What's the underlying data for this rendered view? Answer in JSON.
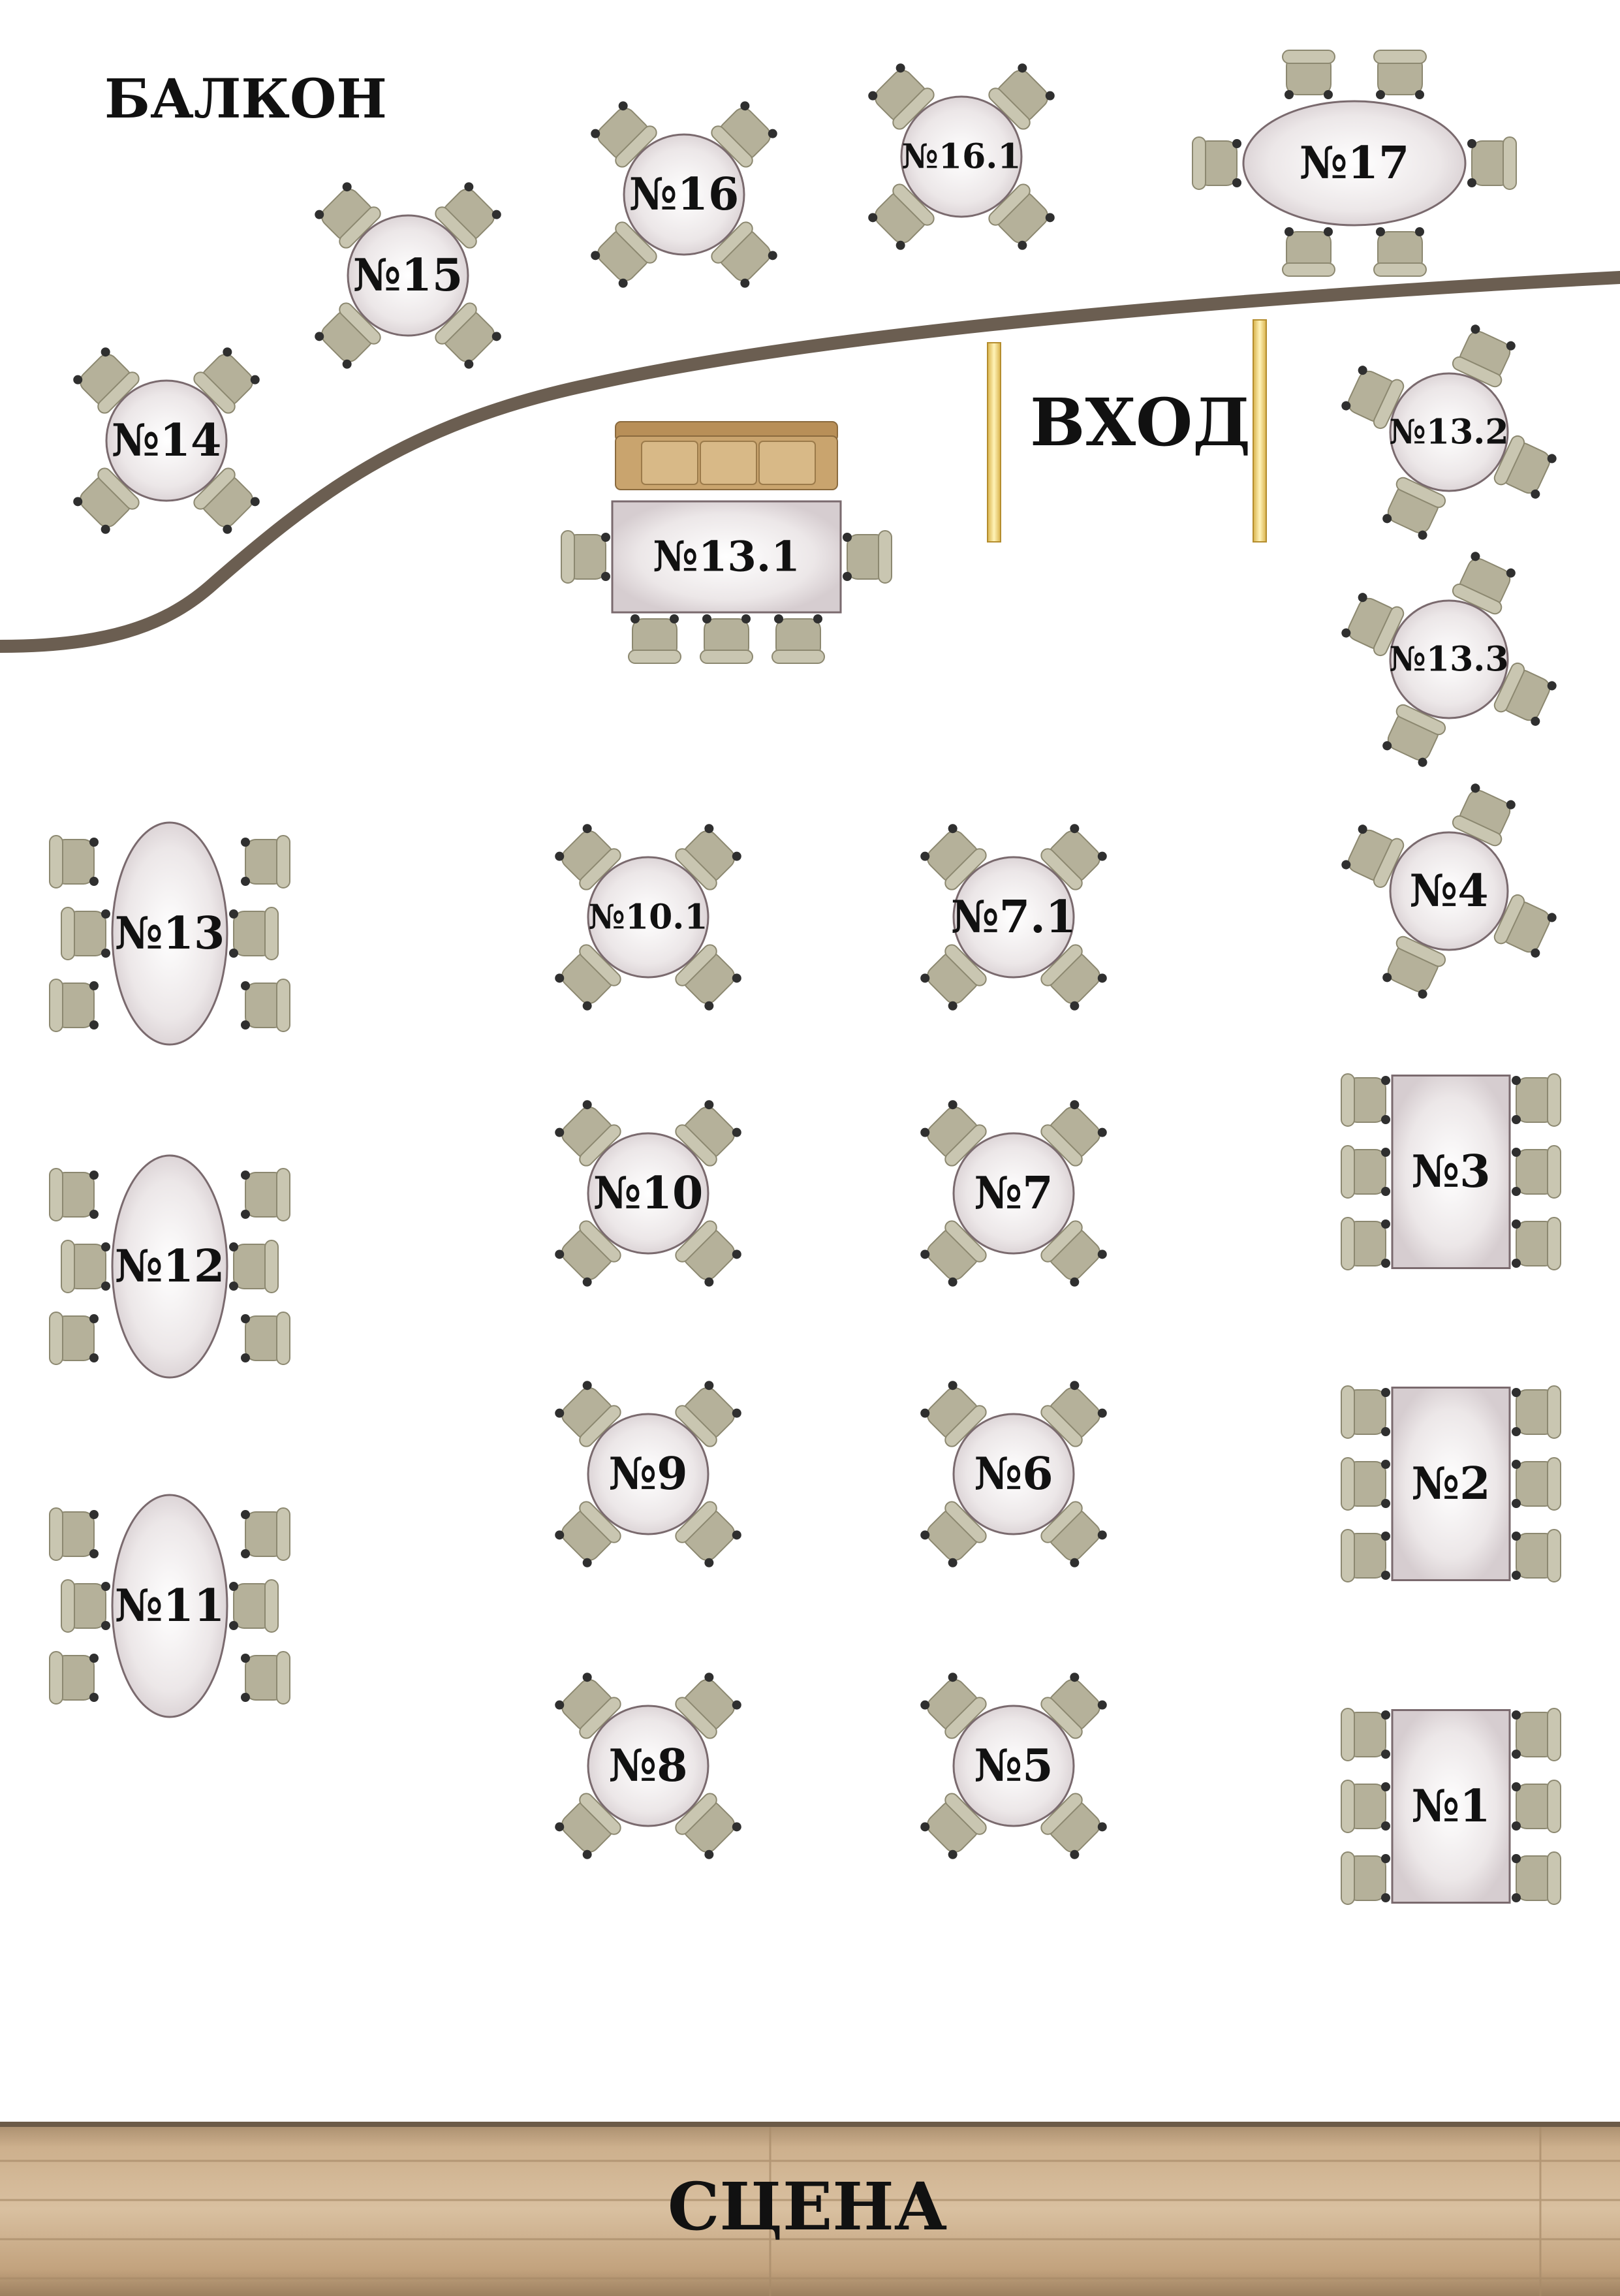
{
  "zones": {
    "balcony": "БАЛКОН",
    "entrance": "ВХОД",
    "stage": "СЦЕНА"
  },
  "colors": {
    "background": "#ffffff",
    "wall": "#6b5e51",
    "chair": "#b7b39c",
    "chair_edge": "#8f8b73",
    "table": "#e4dfe0",
    "table_edge": "#7a6a6e",
    "stage": "#c8aa86",
    "sofa": "#c9a46e",
    "door_post": "#f0d77a"
  },
  "tables": [
    {
      "id": "t14",
      "label": "№14",
      "shape": "round-4-diagonal"
    },
    {
      "id": "t15",
      "label": "№15",
      "shape": "round-4-diagonal"
    },
    {
      "id": "t16",
      "label": "№16",
      "shape": "round-4-diagonal"
    },
    {
      "id": "t16_1",
      "label": "№16.1",
      "shape": "round-4-diagonal"
    },
    {
      "id": "t17",
      "label": "№17",
      "shape": "oval-6-horizontal"
    },
    {
      "id": "t13_1",
      "label": "№13.1",
      "shape": "rect-5-with-sofa"
    },
    {
      "id": "t13_2",
      "label": "№13.2",
      "shape": "round-4-rotated"
    },
    {
      "id": "t13_3",
      "label": "№13.3",
      "shape": "round-4-rotated"
    },
    {
      "id": "t4",
      "label": "№4",
      "shape": "round-4-rotated"
    },
    {
      "id": "t13",
      "label": "№13",
      "shape": "oval-6-vertical"
    },
    {
      "id": "t12",
      "label": "№12",
      "shape": "oval-6-vertical"
    },
    {
      "id": "t11",
      "label": "№11",
      "shape": "oval-6-vertical"
    },
    {
      "id": "t10_1",
      "label": "№10.1",
      "shape": "round-4-diagonal"
    },
    {
      "id": "t7_1",
      "label": "№7.1",
      "shape": "round-4-diagonal"
    },
    {
      "id": "t10",
      "label": "№10",
      "shape": "round-4-diagonal"
    },
    {
      "id": "t7",
      "label": "№7",
      "shape": "round-4-diagonal"
    },
    {
      "id": "t9",
      "label": "№9",
      "shape": "round-4-diagonal"
    },
    {
      "id": "t6",
      "label": "№6",
      "shape": "round-4-diagonal"
    },
    {
      "id": "t8",
      "label": "№8",
      "shape": "round-4-diagonal"
    },
    {
      "id": "t5",
      "label": "№5",
      "shape": "round-4-diagonal"
    },
    {
      "id": "t3",
      "label": "№3",
      "shape": "rect-6-vertical"
    },
    {
      "id": "t2",
      "label": "№2",
      "shape": "rect-6-vertical"
    },
    {
      "id": "t1",
      "label": "№1",
      "shape": "rect-6-vertical"
    }
  ]
}
